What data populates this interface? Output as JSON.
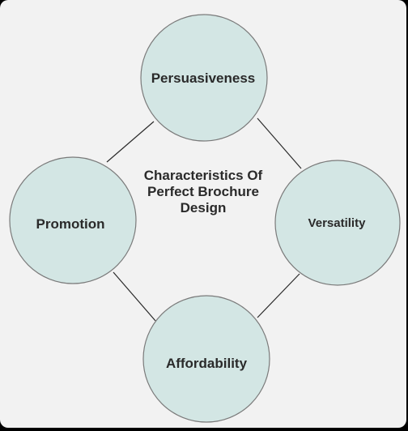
{
  "diagram": {
    "center_title_lines": [
      "Characteristics Of",
      "Perfect Brochure",
      "Design"
    ],
    "nodes": [
      {
        "id": "persuasiveness",
        "label": "Persuasiveness"
      },
      {
        "id": "versatility",
        "label": "Versatility"
      },
      {
        "id": "affordability",
        "label": "Affordability"
      },
      {
        "id": "promotion",
        "label": "Promotion"
      }
    ],
    "connections": [
      [
        "persuasiveness",
        "versatility"
      ],
      [
        "versatility",
        "affordability"
      ],
      [
        "affordability",
        "promotion"
      ],
      [
        "promotion",
        "persuasiveness"
      ]
    ]
  },
  "colors": {
    "background": "#f2f2f2",
    "frame": "#000000",
    "node_fill": "#d3e6e4",
    "node_stroke": "#7a7a7a",
    "connector": "#2a2a2a",
    "text": "#2a2a2a"
  }
}
